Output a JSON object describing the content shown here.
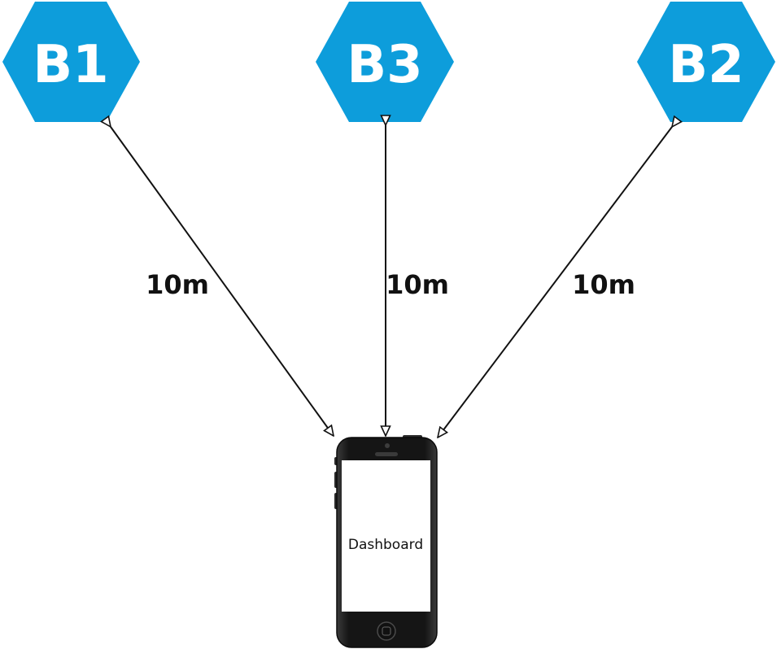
{
  "colors": {
    "beacon_fill": "#0d9ddb",
    "arrow": "#111111",
    "phone_body": "#1b1b1b",
    "screen": "#ffffff"
  },
  "beacons": [
    {
      "id": "b1",
      "label": "B1"
    },
    {
      "id": "b3",
      "label": "B3"
    },
    {
      "id": "b2",
      "label": "B2"
    }
  ],
  "links": [
    {
      "id": "b1",
      "distance": "10m"
    },
    {
      "id": "b3",
      "distance": "10m"
    },
    {
      "id": "b2",
      "distance": "10m"
    }
  ],
  "phone": {
    "screen_label": "Dashboard"
  }
}
